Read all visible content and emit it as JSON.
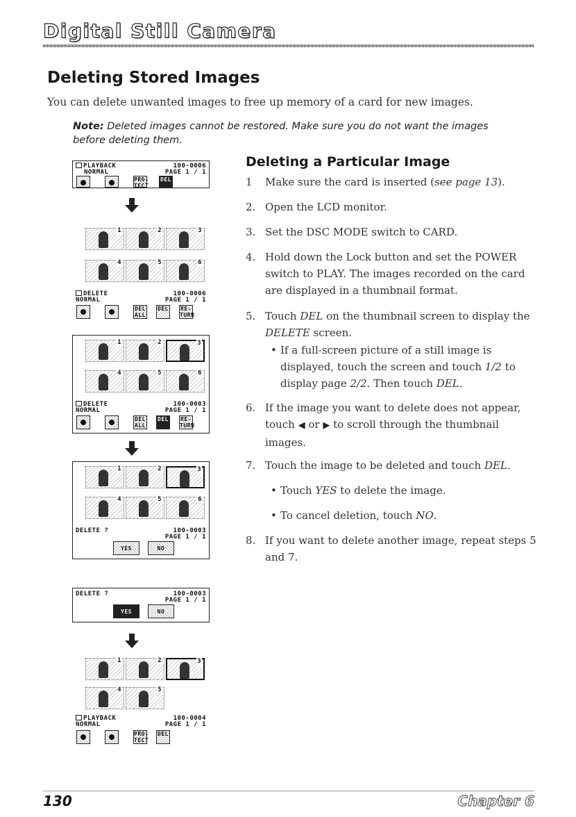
{
  "header": {
    "title": "Digital Still Camera"
  },
  "section": {
    "title": "Deleting Stored Images",
    "intro": "You can delete unwanted images to free up memory of a card for new images.",
    "note_label": "Note:",
    "note_text": " Deleted images cannot be restored. Make sure you do not want the images before deleting them."
  },
  "subsection": {
    "title": "Deleting a Particular Image"
  },
  "steps": {
    "s1": {
      "num": "1",
      "a": "Make sure the card is inserted (",
      "b": "see page 13",
      "c": ")."
    },
    "s2": {
      "num": "2.",
      "text": "Open the LCD monitor."
    },
    "s3": {
      "num": "3.",
      "text": "Set the DSC MODE switch to CARD."
    },
    "s4": {
      "num": "4.",
      "text": "Hold down the Lock button and set the POWER switch to PLAY. The images recorded on the card are displayed in a thumbnail format."
    },
    "s5": {
      "num": "5.",
      "a": "Touch ",
      "b": "DEL",
      "c": " on the thumbnail screen to display the ",
      "d": "DELETE",
      "e": " screen."
    },
    "b1": {
      "a": "If a full-screen picture of a still image is displayed, touch the screen and touch ",
      "b": "1/2",
      "c": " to display page ",
      "d": "2/2",
      "e": ". Then touch ",
      "f": "DEL",
      "g": "."
    },
    "s6": {
      "num": "6.",
      "a": "If the image you want to delete does not appear, touch ",
      "b": "or",
      "c": "to scroll through the thumbnail images."
    },
    "s7": {
      "num": "7.",
      "a": "Touch the image to be deleted and touch ",
      "b": "DEL",
      "c": "."
    },
    "b2": {
      "a": "Touch ",
      "b": "YES",
      "c": " to delete the image."
    },
    "b3": {
      "a": "To cancel deletion, touch ",
      "b": "NO",
      "c": "."
    },
    "s8": {
      "num": "8.",
      "text": "If you want to delete another image, repeat steps 5 and 7."
    }
  },
  "screens": {
    "p1": {
      "mode": "PLAYBACK",
      "sub": "NORMAL",
      "id": "100-0006",
      "page": "PAGE 1 / 1",
      "b3": "PRO-TECT",
      "b4": "DEL"
    },
    "p2": {
      "mode": "DELETE",
      "sub": "NORMAL",
      "id": "100-0006",
      "page": "PAGE 1 / 1",
      "b3": "DEL ALL",
      "b4": "DEL",
      "b5": "RE-TURN"
    },
    "p3": {
      "mode": "DELETE",
      "sub": "NORMAL",
      "id": "100-0003",
      "page": "PAGE 1 / 1",
      "b3": "DEL ALL",
      "b4": "DEL",
      "b5": "RE-TURN"
    },
    "p4": {
      "mode": "DELETE ?",
      "id": "100-0003",
      "page": "PAGE 1 / 1",
      "yes": "YES",
      "no": "NO"
    },
    "p5": {
      "mode": "DELETE ?",
      "id": "100-0003",
      "page": "PAGE 1 / 1",
      "yes": "YES",
      "no": "NO"
    },
    "p6": {
      "mode": "PLAYBACK",
      "sub": "NORMAL",
      "id": "100-0004",
      "page": "PAGE 1 / 1",
      "b3": "PRO-TECT",
      "b4": "DEL"
    }
  },
  "thumbs": [
    "1",
    "2",
    "3",
    "4",
    "5",
    "6"
  ],
  "footer": {
    "page_number": "130",
    "chapter": "Chapter 6"
  }
}
